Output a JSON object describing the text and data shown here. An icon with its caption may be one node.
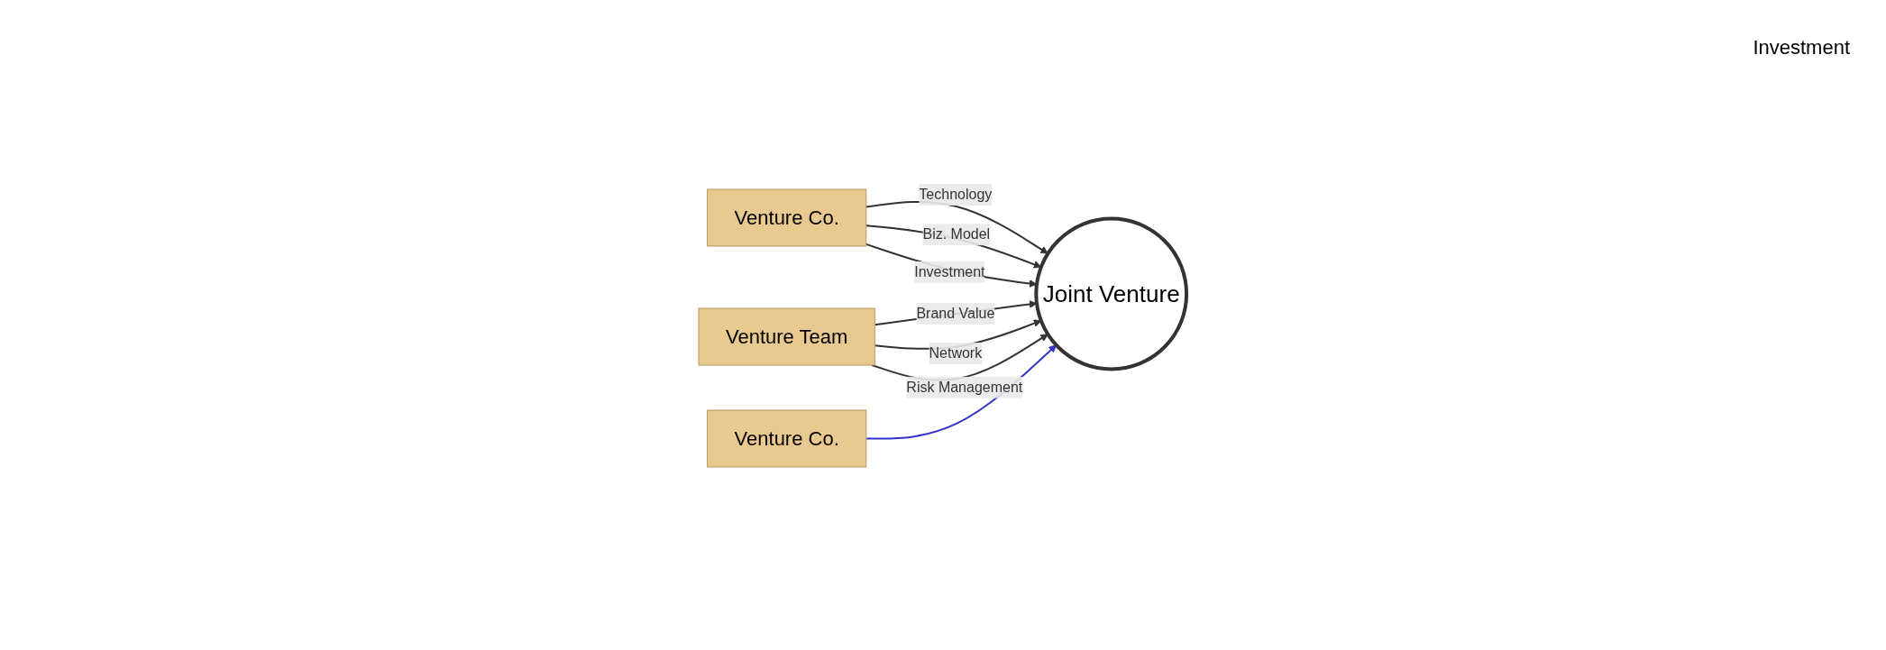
{
  "diagram": {
    "nodes": [
      {
        "text": [
          "Venture Co."
        ]
      },
      {
        "text": [
          "Joint Venture"
        ]
      },
      {
        "text": [
          "Venture Team"
        ]
      },
      {
        "text": [
          "Venture Co."
        ]
      }
    ],
    "edges": [
      {
        "from": 0,
        "to": 1,
        "arrow": "to",
        "label": "Technology"
      },
      {
        "from": 0,
        "to": 1,
        "arrow": "to",
        "label": "Biz. Model"
      },
      {
        "from": 0,
        "to": 1,
        "arrow": "to",
        "label": "Investment"
      },
      {
        "from": 2,
        "to": 1,
        "arrow": "to",
        "label": "Brand Value"
      },
      {
        "from": 2,
        "to": 1,
        "arrow": "to",
        "label": "Network"
      },
      {
        "from": 2,
        "to": 1,
        "arrow": "to",
        "label": "Risk Management"
      },
      {
        "from": 3,
        "to": 1,
        "arrow": "to",
        "color": "#3333cc"
      }
    ],
    "labels": [
      "Investment"
    ]
  }
}
